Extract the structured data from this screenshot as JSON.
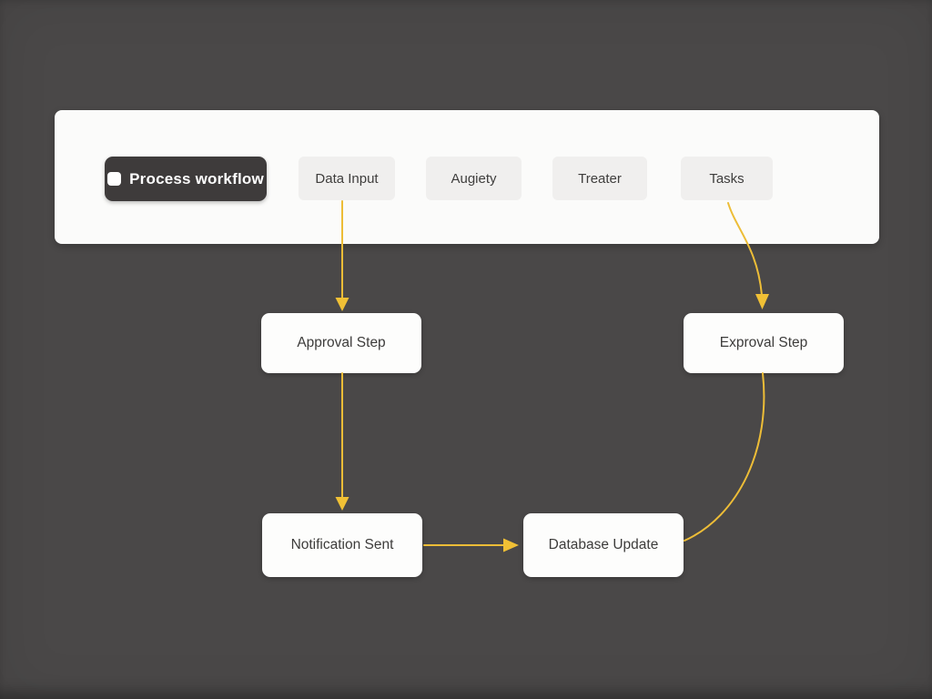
{
  "app": {
    "background_color": "#4a4848",
    "panel_color": "#fbfbfa",
    "arrow_color": "#edbd37"
  },
  "header": {
    "workflow_button": {
      "label": "Process workflow",
      "icon": "square-icon"
    },
    "tabs": [
      {
        "label": "Data Input"
      },
      {
        "label": "Augiety"
      },
      {
        "label": "Treater"
      },
      {
        "label": "Tasks"
      }
    ]
  },
  "diagram": {
    "nodes": [
      {
        "id": "approval-step",
        "label": "Approval Step"
      },
      {
        "id": "exproval-step",
        "label": "Exproval Step"
      },
      {
        "id": "notification-sent",
        "label": "Notification Sent"
      },
      {
        "id": "database-update",
        "label": "Database Update"
      }
    ],
    "edges": [
      {
        "from": "Data Input",
        "to": "Approval Step",
        "style": "straight-down",
        "arrowhead": true
      },
      {
        "from": "Tasks",
        "to": "Exproval Step",
        "style": "curved-down",
        "arrowhead": true
      },
      {
        "from": "Approval Step",
        "to": "Notification Sent",
        "style": "straight-down",
        "arrowhead": true
      },
      {
        "from": "Notification Sent",
        "to": "Database Update",
        "style": "straight-right",
        "arrowhead": true
      },
      {
        "from": "Exproval Step",
        "to": "Database Update",
        "style": "curved-left",
        "arrowhead": false
      }
    ]
  }
}
